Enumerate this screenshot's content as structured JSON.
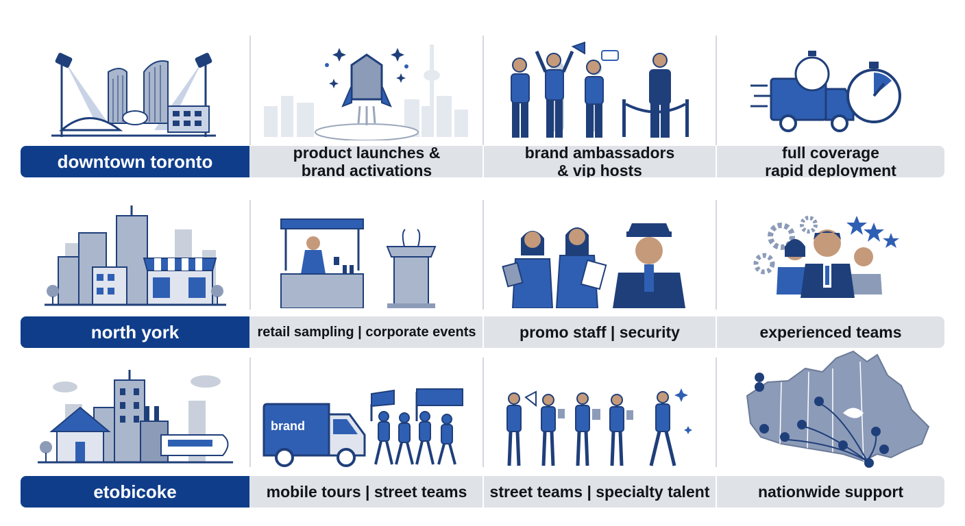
{
  "colors": {
    "navy": "#0f3d8a",
    "bar_gray": "#dfe2e7",
    "icon_blue": "#2f5fb3",
    "text": "#111418"
  },
  "rows": [
    {
      "region": "downtown toronto",
      "cells": [
        {
          "line1": "product launches &",
          "line2": "brand activations",
          "icon": "rocket-launch-icon"
        },
        {
          "line1": "brand ambassadors",
          "line2": "& vip hosts",
          "icon": "ambassadors-icon"
        },
        {
          "line1": "full coverage",
          "line2": "rapid deployment",
          "icon": "delivery-truck-stopwatch-icon"
        }
      ]
    },
    {
      "region": "north york",
      "cells": [
        {
          "line1": "retail sampling | corporate events",
          "icon": "sampling-booth-podium-icon"
        },
        {
          "line1": "promo staff | security",
          "icon": "promo-staff-security-icon"
        },
        {
          "line1": "experienced teams",
          "icon": "team-gears-stars-icon"
        }
      ]
    },
    {
      "region": "etobicoke",
      "cells": [
        {
          "line1": "mobile tours | street teams",
          "icon": "brand-van-marchers-icon"
        },
        {
          "line1": "street teams | specialty talent",
          "icon": "street-team-talent-icon"
        },
        {
          "line1": "nationwide support",
          "icon": "canada-map-icon"
        }
      ]
    }
  ],
  "van_label": "brand"
}
